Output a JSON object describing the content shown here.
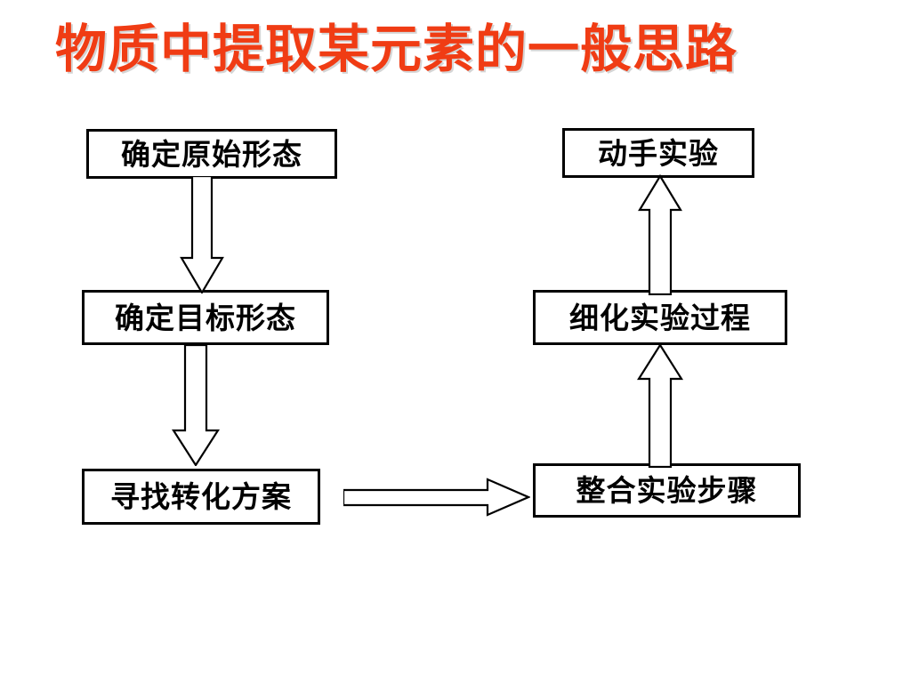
{
  "slide": {
    "title": "物质中提取某元素的一般思路",
    "title_color": "#F03C14",
    "background_color": "#FFFFFF",
    "box_border_color": "#000000",
    "box_text_color": "#000000",
    "arrow_outline_color": "#000000",
    "arrow_fill_color": "#FFFFFF"
  },
  "flow": {
    "left_column": [
      {
        "id": "origin-form",
        "label": "确定原始形态"
      },
      {
        "id": "target-form",
        "label": "确定目标形态"
      },
      {
        "id": "conversion",
        "label": "寻找转化方案"
      }
    ],
    "right_column": [
      {
        "id": "experiment",
        "label": "动手实验"
      },
      {
        "id": "refine",
        "label": "细化实验过程"
      },
      {
        "id": "integrate",
        "label": "整合实验步骤"
      }
    ],
    "arrows": [
      {
        "id": "arrow-origin-to-target",
        "direction": "down",
        "from": "确定原始形态",
        "to": "确定目标形态"
      },
      {
        "id": "arrow-target-to-conv",
        "direction": "down",
        "from": "确定目标形态",
        "to": "寻找转化方案"
      },
      {
        "id": "arrow-conv-to-integrate",
        "direction": "right",
        "from": "寻找转化方案",
        "to": "整合实验步骤"
      },
      {
        "id": "arrow-integrate-to-refine",
        "direction": "up",
        "from": "整合实验步骤",
        "to": "细化实验过程"
      },
      {
        "id": "arrow-refine-to-exp",
        "direction": "up",
        "from": "细化实验过程",
        "to": "动手实验"
      }
    ]
  }
}
